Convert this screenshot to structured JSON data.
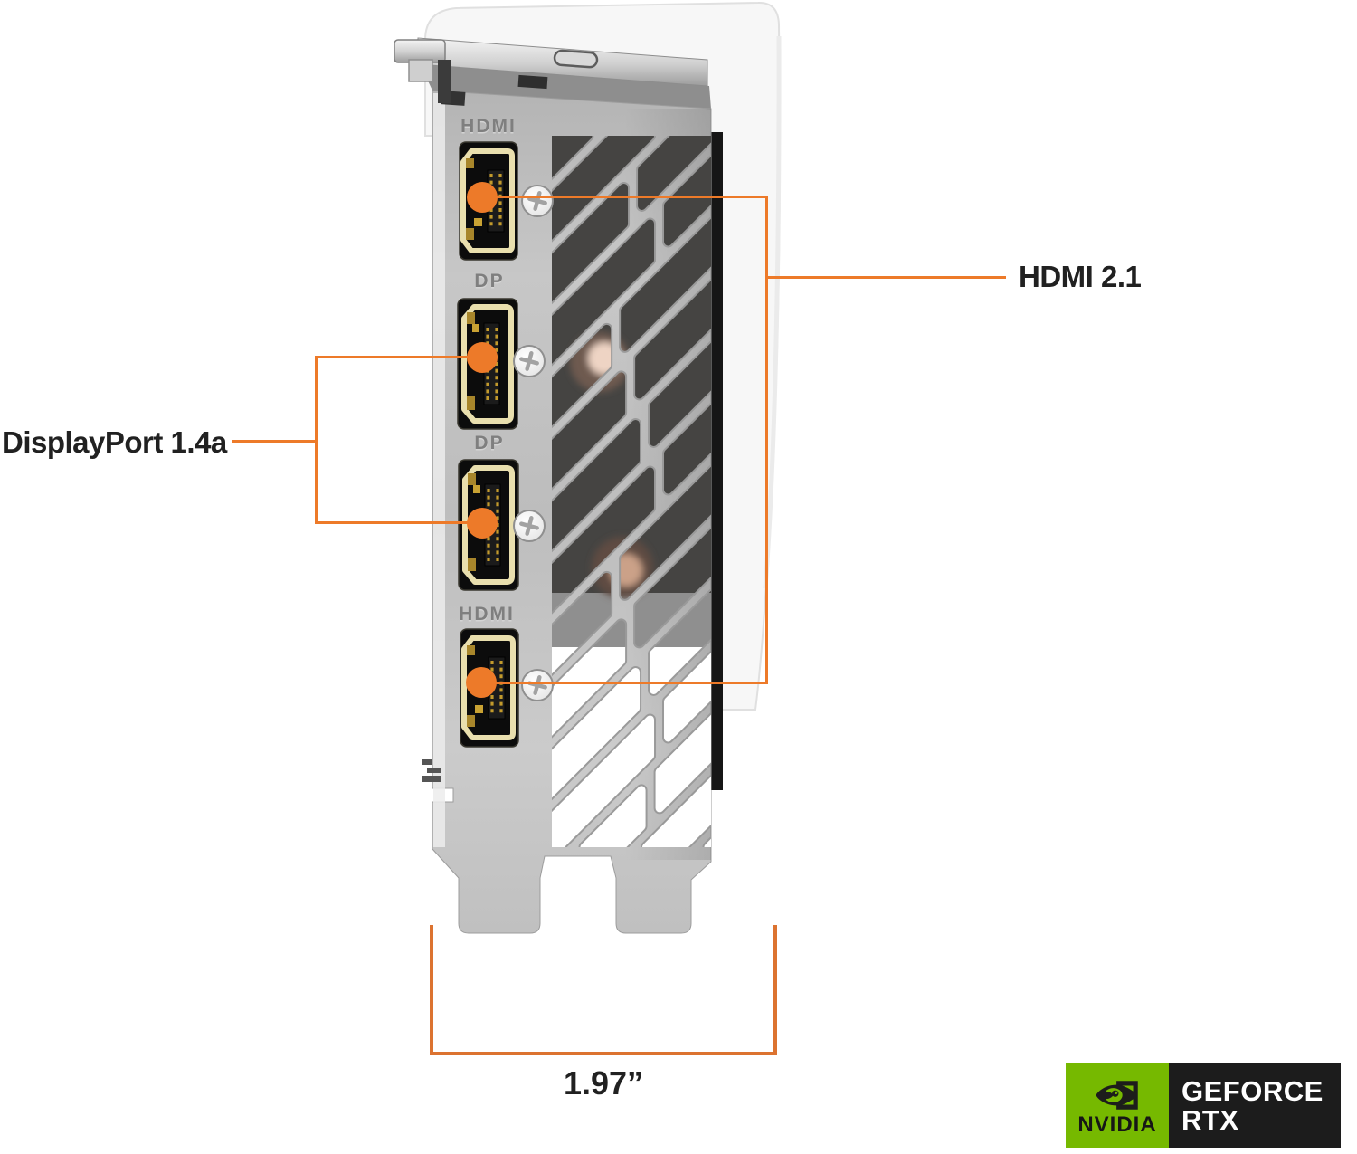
{
  "colors": {
    "accent": "#ED7A29",
    "dim_line": "#DC7330",
    "nvidia_green": "#76B900",
    "badge_black": "#1C1C1C",
    "text": "#212121"
  },
  "card": {
    "port_labels": [
      "HDMI",
      "DP",
      "DP",
      "HDMI"
    ]
  },
  "callouts": {
    "hdmi_label": "HDMI 2.1",
    "displayport_label": "DisplayPort 1.4a"
  },
  "dimension": {
    "width_label": "1.97”"
  },
  "badge": {
    "brand": "NVIDIA",
    "product_line1": "GEFORCE",
    "product_line2": "RTX"
  }
}
